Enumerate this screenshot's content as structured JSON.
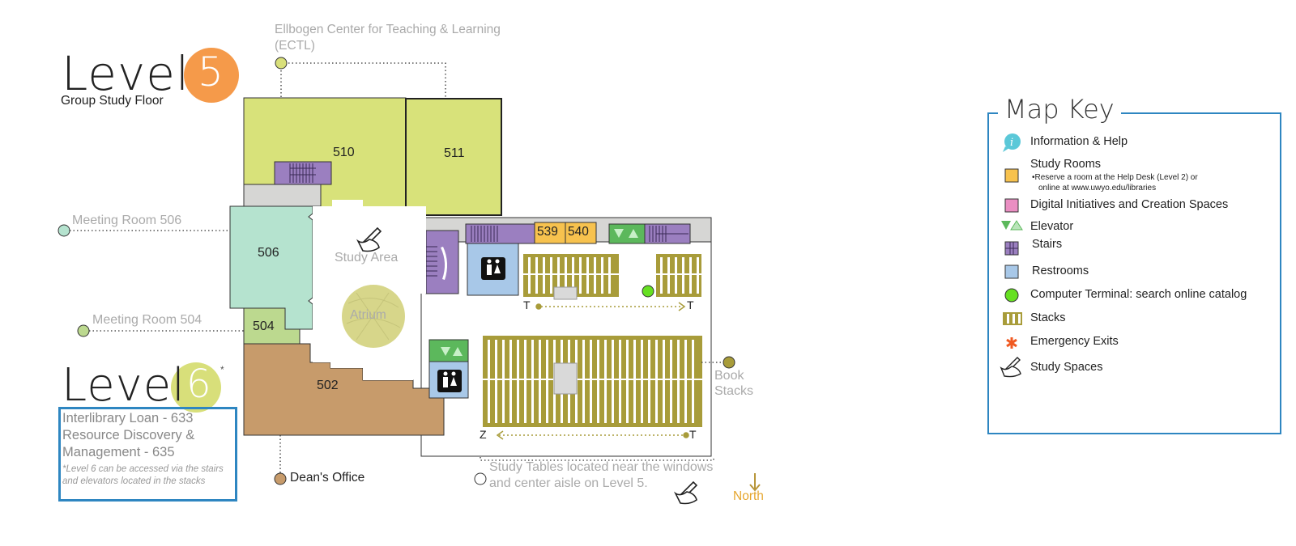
{
  "level5": {
    "word": "Level",
    "number": "5",
    "subtitle": "Group Study Floor"
  },
  "level6": {
    "word": "Level",
    "number": "6",
    "asterisk": "*",
    "line1": "Interlibrary Loan - 633",
    "line2": "Resource Discovery &",
    "line3": "Management - 635",
    "note": "*Level 6 can be accessed via the stairs and elevators located in the stacks"
  },
  "callouts": {
    "ectl_line1": "Ellbogen Center for Teaching & Learning",
    "ectl_line2": "(ECTL)",
    "meeting506": "Meeting Room 506",
    "meeting504": "Meeting Room 504",
    "deans_office": "Dean's Office",
    "book_stacks_1": "Book",
    "book_stacks_2": "Stacks",
    "study_tables_1": "Study Tables located near the windows",
    "study_tables_2": "and center aisle on Level 5.",
    "north": "North"
  },
  "rooms": {
    "r510": "510",
    "r511": "511",
    "r506": "506",
    "r504": "504",
    "r502": "502",
    "r539": "539",
    "r540": "540",
    "study_area": "Study Area",
    "atrium": "Atrium"
  },
  "stack_letters": {
    "t1": "T",
    "t2": "T",
    "z": "Z",
    "t3": "T"
  },
  "map_key": {
    "title": "Map Key",
    "items": [
      {
        "label": "Information & Help",
        "icon": "info-icon"
      },
      {
        "label": "Study Rooms",
        "icon": "study-room-icon"
      },
      {
        "label": "Digital Initiatives and Creation Spaces",
        "icon": "digital-space-icon"
      },
      {
        "label": "Elevator",
        "icon": "elevator-icon"
      },
      {
        "label": "Stairs",
        "icon": "stairs-icon"
      },
      {
        "label": "Restrooms",
        "icon": "restroom-icon"
      },
      {
        "label": "Computer Terminal: search online catalog",
        "icon": "computer-terminal-icon"
      },
      {
        "label": "Stacks",
        "icon": "stacks-icon"
      },
      {
        "label": "Emergency Exits",
        "icon": "emergency-exit-icon"
      },
      {
        "label": "Study Spaces",
        "icon": "study-space-icon"
      }
    ],
    "study_note_1": "•Reserve a room at the Help Desk (Level 2) or",
    "study_note_2": "online at www.uwyo.edu/libraries"
  },
  "colors": {
    "level5": "#f59a4a",
    "level6": "#d8df7a",
    "room510": "#d8e27a",
    "room506": "#b5e3cf",
    "room504": "#bcd98f",
    "room502": "#c79b6b",
    "stairs": "#9b7fc0",
    "restroom": "#a8c8e8",
    "stacks": "#a89c3a",
    "study_room": "#f7c24e",
    "elevator": "#5cb85c",
    "terminal": "#66e022",
    "key_border": "#2e86c1",
    "exit": "#f05a22",
    "info": "#5bc8d8"
  }
}
